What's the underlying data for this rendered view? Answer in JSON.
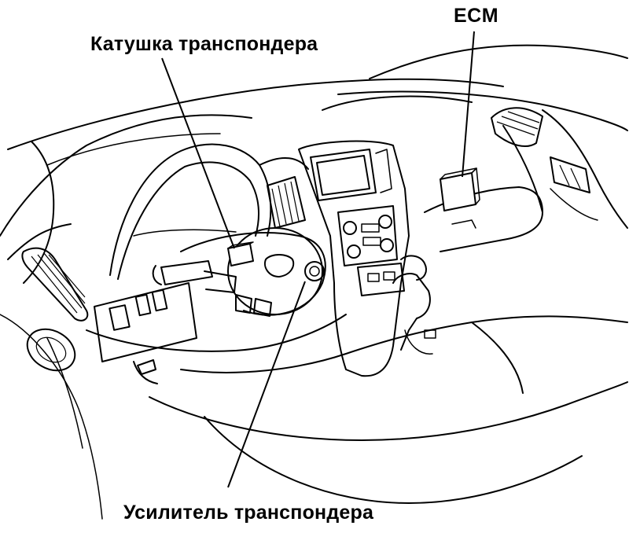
{
  "labels": {
    "transponder_coil": "Катушка транспондера",
    "ecm": "ECM",
    "transponder_amplifier": "Усилитель транспондера"
  }
}
